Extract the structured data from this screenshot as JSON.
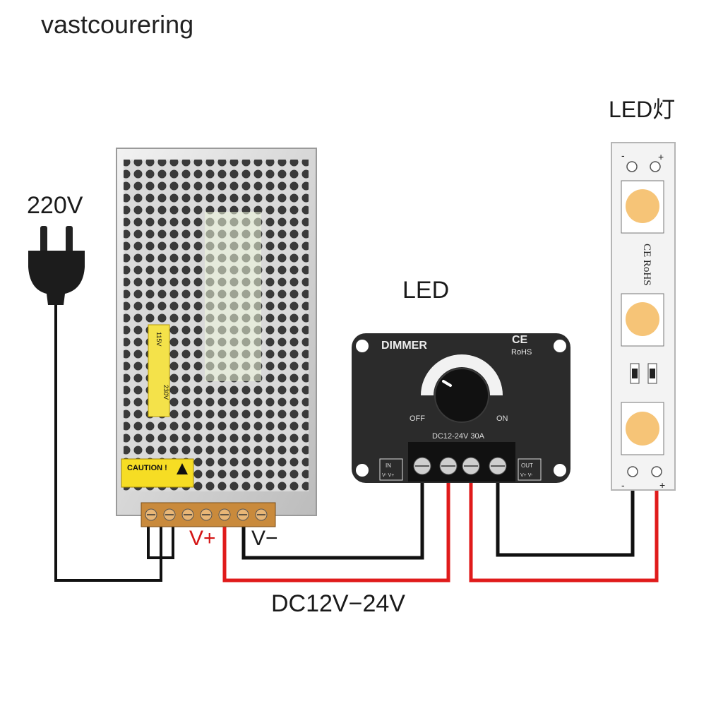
{
  "brand": "vastcourering",
  "labels": {
    "mains": "220V",
    "dimmer_title": "LED",
    "strip_title": "LED灯",
    "dc_range": "DC12V−24V",
    "v_plus": "V+",
    "v_minus": "V−"
  },
  "power_supply": {
    "caution": "CAUTION !",
    "switch_low": "115V",
    "switch_high": "230V"
  },
  "dimmer": {
    "name": "DIMMER",
    "ce": "CE",
    "rohs": "RoHS",
    "off": "OFF",
    "on": "ON",
    "rating": "DC12-24V  30A",
    "in_label": "IN",
    "in_terms": "V- V+",
    "out_label": "OUT",
    "out_terms": "V+ V-"
  },
  "led_strip": {
    "minus": "-",
    "plus": "+",
    "cert": "CE RoHS"
  },
  "colors": {
    "wire_red": "#e01b1b",
    "wire_black": "#111111",
    "led_yellow": "#f6c477",
    "dimmer_body": "#2b2b2b"
  }
}
